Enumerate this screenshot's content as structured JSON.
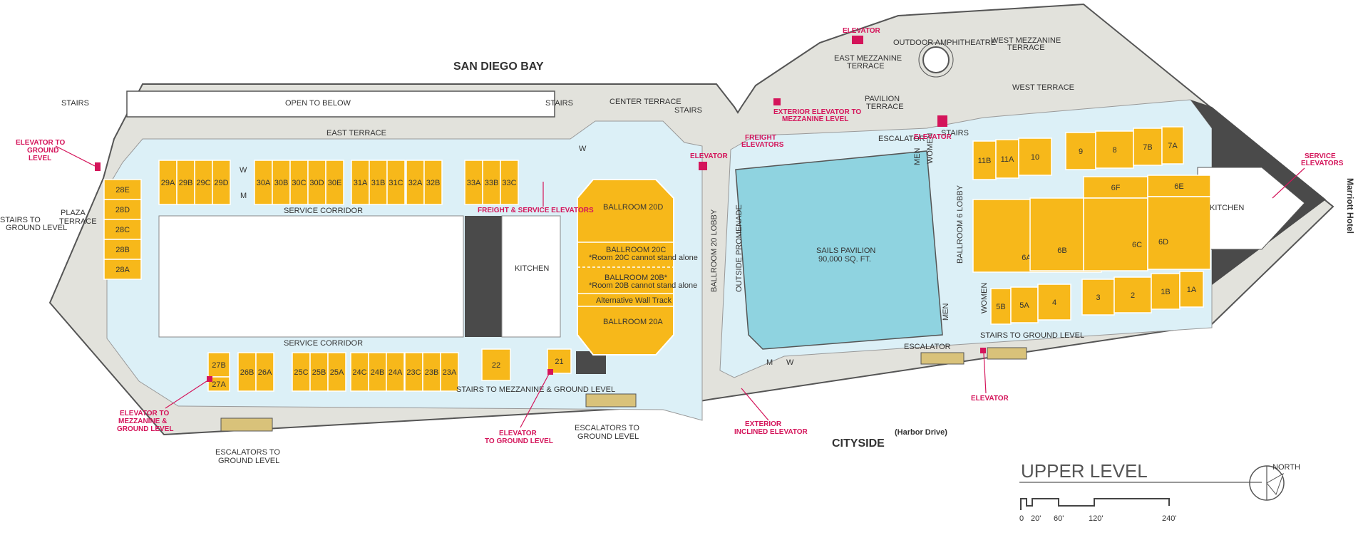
{
  "labels": {
    "bay": "SAN DIEGO BAY",
    "cityside": "CITYSIDE",
    "harbor": "(Harbor Drive)",
    "marriott": "Marriott Hotel",
    "level": "UPPER LEVEL",
    "north": "NORTH",
    "open_below": "OPEN TO BELOW",
    "east_terrace": "EAST TERRACE",
    "center_terrace": "CENTER TERRACE",
    "west_terrace": "WEST TERRACE",
    "east_mezz": "EAST MEZZANINE",
    "terrace_word": "TERRACE",
    "west_mezz": "WEST MEZZANINE",
    "amphitheatre": "OUTDOOR AMPHITHEATRE",
    "pavilion": "PAVILION",
    "plaza": "PLAZA",
    "service_corridor": "SERVICE CORRIDOR",
    "kitchen": "KITCHEN",
    "sails_pavilion": "SAILS PAVILION",
    "sails_size": "90,000 SQ. FT.",
    "ballroom20_lobby": "BALLROOM 20 LOBBY",
    "outside_promenade": "OUTSIDE PROMENADE",
    "ballroom6_lobby": "BALLROOM 6 LOBBY",
    "stairs": "STAIRS",
    "stairs_mezz_ground": "STAIRS TO MEZZANINE & GROUND LEVEL",
    "escalator_word": "ESCALATOR",
    "stairs_to_ground": "STAIRS TO GROUND LEVEL",
    "stairs_to": "STAIRS TO",
    "ground_level": "GROUND LEVEL",
    "escalators_to": "ESCALATORS TO",
    "ballroom_20d": "BALLROOM 20D",
    "ballroom_20c": "BALLROOM 20C",
    "note_20c": "*Room 20C cannot stand alone",
    "ballroom_20b": "BALLROOM 20B*",
    "note_20b": "*Room 20B cannot stand alone",
    "alt_wall": "Alternative Wall Track",
    "ballroom_20a": "BALLROOM 20A",
    "men": "MEN",
    "women": "WOMEN",
    "m": "M",
    "w": "W"
  },
  "elevators": {
    "to_ground_1": "ELEVATOR TO",
    "to_ground_2": "GROUND",
    "to_ground_3": "LEVEL",
    "mezz_1": "ELEVATOR TO",
    "mezz_2": "MEZZANINE &",
    "mezz_3": "GROUND LEVEL",
    "freight_service": "FREIGHT & SERVICE ELEVATORS",
    "elevator": "ELEVATOR",
    "ext_mezz_1": "EXTERIOR ELEVATOR TO",
    "ext_mezz_2": "MEZZANINE LEVEL",
    "freight_1": "FREIGHT",
    "freight_2": "ELEVATORS",
    "service_1": "SERVICE",
    "service_2": "ELEVATORS",
    "to_ground_b1": "ELEVATOR",
    "to_ground_b2": "TO GROUND LEVEL",
    "inclined_1": "EXTERIOR",
    "inclined_2": "INCLINED ELEVATOR"
  },
  "rooms_top": [
    "29A",
    "29B",
    "29C",
    "29D",
    "30A",
    "30B",
    "30C",
    "30D",
    "30E",
    "31A",
    "31B",
    "31C",
    "32A",
    "32B",
    "33A",
    "33B",
    "33C"
  ],
  "rooms_west": [
    "28E",
    "28D",
    "28C",
    "28B",
    "28A"
  ],
  "rooms_bottom": [
    "27B",
    "27A",
    "26B",
    "26A",
    "25C",
    "25B",
    "25A",
    "24C",
    "24B",
    "24A",
    "23C",
    "23B",
    "23A",
    "22",
    "21"
  ],
  "rooms_east_top": [
    "11B",
    "11A",
    "10",
    "9",
    "8",
    "7B",
    "7A"
  ],
  "rooms_ballroom6": [
    "6F",
    "6E",
    "6A",
    "6B",
    "6C",
    "6D"
  ],
  "rooms_east_bottom": [
    "5B",
    "5A",
    "4",
    "3",
    "2",
    "1B",
    "1A"
  ],
  "scale": [
    "0",
    "20'",
    "60'",
    "120'",
    "240'"
  ],
  "colors": {
    "room": "#f7b81a",
    "sails": "#8fd3e0",
    "corridor": "#dcf0f7",
    "terrace": "#e2e2dc",
    "accent": "#d4145a",
    "dark": "#4a4a4a"
  }
}
